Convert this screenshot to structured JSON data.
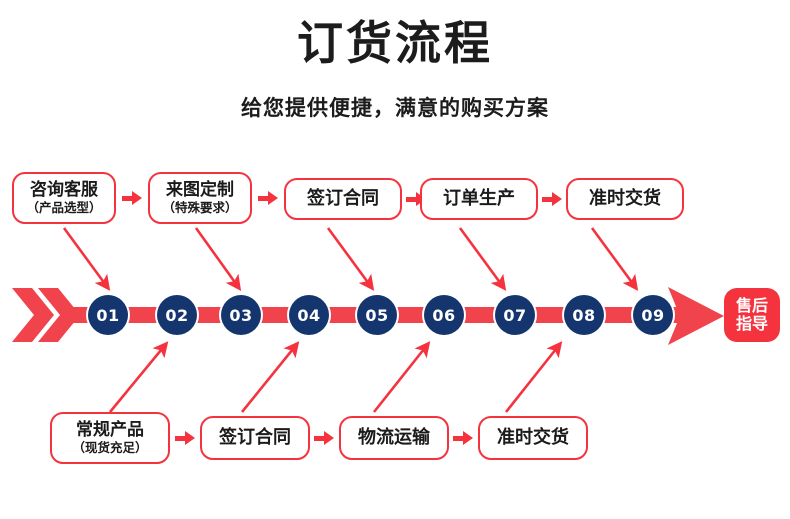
{
  "header": {
    "title": "订货流程",
    "subtitle": "给您提供便捷，满意的购买方案"
  },
  "colors": {
    "red": "#f5333f",
    "track_red": "#f0434c",
    "navy": "#14356e",
    "text": "#1b1b1b",
    "background": "#ffffff"
  },
  "top_row": {
    "boxes": [
      {
        "main": "咨询客服",
        "sub": "（产品选型）"
      },
      {
        "main": "来图定制",
        "sub": "（特殊要求）"
      },
      {
        "main": "签订合同",
        "sub": ""
      },
      {
        "main": "订单生产",
        "sub": ""
      },
      {
        "main": "准时交货",
        "sub": ""
      }
    ],
    "connector_icon": "arrow-right-icon"
  },
  "bottom_row": {
    "boxes": [
      {
        "main": "常规产品",
        "sub": "（现货充足）"
      },
      {
        "main": "签订合同",
        "sub": ""
      },
      {
        "main": "物流运输",
        "sub": ""
      },
      {
        "main": "准时交货",
        "sub": ""
      }
    ],
    "connector_icon": "arrow-right-icon"
  },
  "timeline": {
    "steps": [
      "01",
      "02",
      "03",
      "04",
      "05",
      "06",
      "07",
      "08",
      "09"
    ],
    "start_icon": "double-chevron-right-icon",
    "end_icon": "arrow-head-right-icon"
  },
  "end_badge": {
    "line1": "售后",
    "line2": "指导"
  }
}
